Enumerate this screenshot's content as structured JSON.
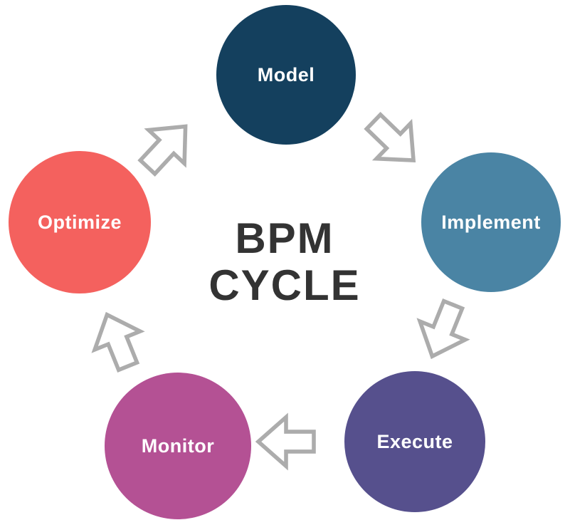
{
  "title": {
    "line1": "BPM",
    "line2": "CYCLE"
  },
  "colors": {
    "background": "#FFFFFF",
    "title_text": "#333333",
    "stage_label_text": "#FFFFFF",
    "arrow_outline": "#ACACAC",
    "arrow_fill": "#FFFFFF"
  },
  "diagram": {
    "type": "cycle",
    "direction": "clockwise",
    "stages": [
      {
        "label": "Model",
        "color": "#14405E",
        "position": "top"
      },
      {
        "label": "Implement",
        "color": "#4A84A4",
        "position": "right"
      },
      {
        "label": "Execute",
        "color": "#56508D",
        "position": "bottom-right"
      },
      {
        "label": "Monitor",
        "color": "#B45194",
        "position": "bottom-left"
      },
      {
        "label": "Optimize",
        "color": "#F4615E",
        "position": "left"
      }
    ],
    "arrows": [
      {
        "from": "Optimize",
        "to": "Model"
      },
      {
        "from": "Model",
        "to": "Implement"
      },
      {
        "from": "Implement",
        "to": "Execute"
      },
      {
        "from": "Execute",
        "to": "Monitor"
      },
      {
        "from": "Monitor",
        "to": "Optimize"
      }
    ]
  }
}
